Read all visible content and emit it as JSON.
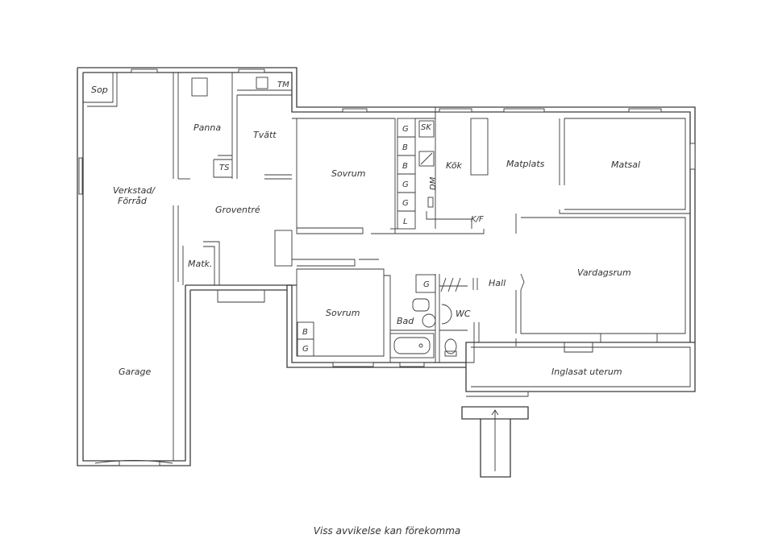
{
  "rooms": {
    "sop": "Sop",
    "panna": "Panna",
    "tvatt": "Tvätt",
    "tm": "TM",
    "ts": "TS",
    "verkstad": "Verkstad/",
    "forrad": "Förråd",
    "groventre": "Groventré",
    "matk": "Matk.",
    "garage": "Garage",
    "sovrum_1": "Sovrum",
    "sovrum_2": "Sovrum",
    "kok": "Kök",
    "matplats": "Matplats",
    "matsal": "Matsal",
    "vardagsrum": "Vardagsrum",
    "hall": "Hall",
    "bad": "Bad",
    "wc": "WC",
    "inglasat": "Inglasat uterum"
  },
  "fixtures": {
    "wardrobe_1": [
      "G",
      "B",
      "B",
      "G",
      "G",
      "L"
    ],
    "sk": "SK",
    "dm": "DM",
    "kf": "K/F",
    "hall_g": "G",
    "bed2_b": "B",
    "bed2_g": "G"
  },
  "disclaimer": "Viss avvikelse kan förekomma"
}
